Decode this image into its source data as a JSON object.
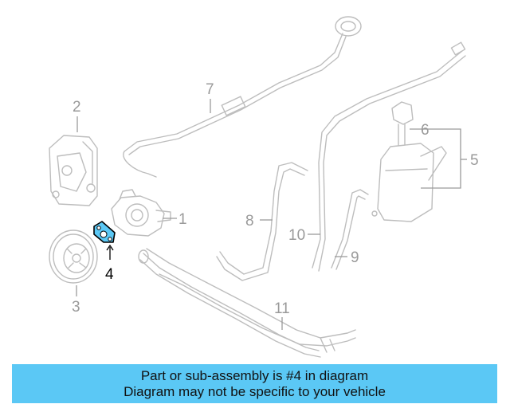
{
  "diagram": {
    "highlight_color": "#5bc8f5",
    "labels": {
      "p1": "1",
      "p2": "2",
      "p3": "3",
      "p4": "4",
      "p5": "5",
      "p6": "6",
      "p7": "7",
      "p8": "8",
      "p9": "9",
      "p10": "10",
      "p11": "11"
    }
  },
  "banner": {
    "line1": "Part or sub-assembly is #4 in diagram",
    "line2": "Diagram may not be specific to your vehicle",
    "color": "#5bc8f5"
  }
}
